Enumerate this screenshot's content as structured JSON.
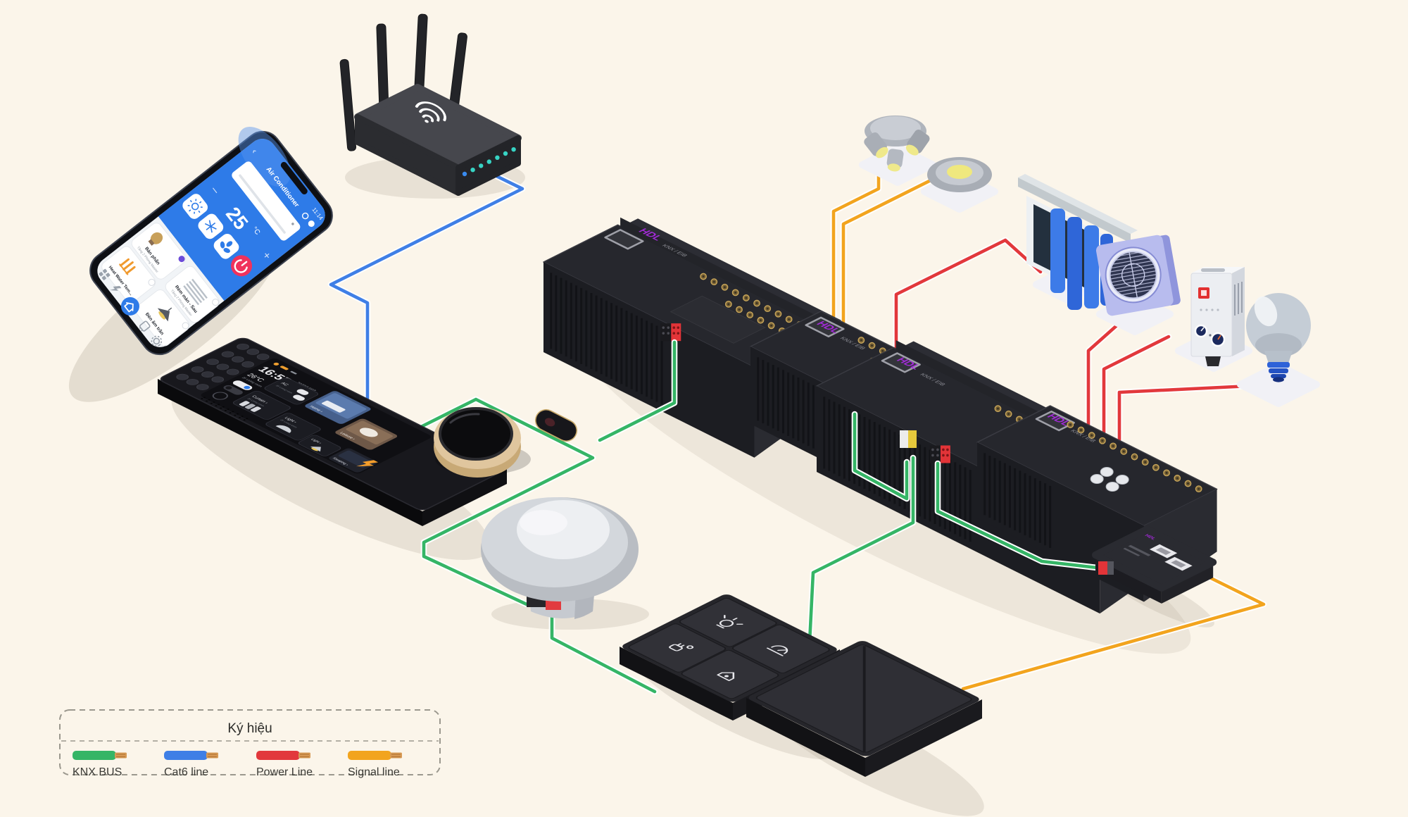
{
  "legend": {
    "title": "Ký hiệu",
    "items": [
      {
        "label": "KNX BUS",
        "color": "#35B566"
      },
      {
        "label": "Cat6 line",
        "color": "#3F7FE6"
      },
      {
        "label": "Power Line",
        "color": "#E2383C"
      },
      {
        "label": "Signal line",
        "color": "#F2A41E"
      }
    ]
  },
  "phone": {
    "status_time": "11:14",
    "app_title": "Air Conditioner",
    "temp_value": "25",
    "temp_unit": "°C",
    "minus": "–",
    "plus": "+",
    "cards": [
      {
        "title": "Bàn phấn",
        "subtitle": "Tầng 2 Phòng Master"
      },
      {
        "title": "Rèm màn - Sau",
        "subtitle": "Tầng 2 Phòng Master"
      },
      {
        "title": "Heat Water Tem...",
        "subtitle": ""
      },
      {
        "title": "Đèn âm trần",
        "subtitle": ""
      }
    ]
  },
  "touch_panel": {
    "time": "16:55",
    "date": "2022/12/07",
    "day": "Sunday",
    "temperature": "26°C",
    "room": "2F Living room",
    "tiles": {
      "ac": "AC",
      "curtain": "Curtain ›",
      "light1": "Light ›",
      "light2": "Light ›",
      "home": "Home ›",
      "leisure": "Leisure ›",
      "sleeping": "Sleeping ›"
    }
  },
  "modules": {
    "brand": "HDL",
    "bus_label": "KNX / EIB"
  }
}
